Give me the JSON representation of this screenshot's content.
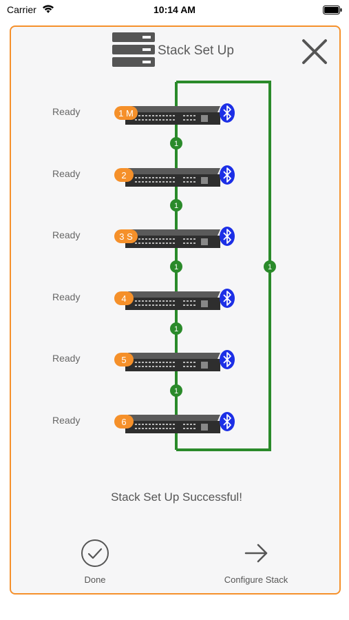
{
  "status_bar": {
    "carrier": "Carrier",
    "time": "10:14 AM",
    "wifi_icon": "wifi-icon",
    "battery_icon": "battery-icon"
  },
  "header": {
    "title": "Stack Set Up",
    "icon": "server-stack-icon",
    "close_icon": "close-icon"
  },
  "colors": {
    "accent": "#f5902a",
    "link": "#2a8a2a",
    "bluetooth": "#1c2fe6",
    "card_background": "#f6f6f7"
  },
  "members": [
    {
      "badge": "1 M",
      "status": "Ready"
    },
    {
      "badge": "2",
      "status": "Ready"
    },
    {
      "badge": "3 S",
      "status": "Ready"
    },
    {
      "badge": "4",
      "status": "Ready"
    },
    {
      "badge": "5",
      "status": "Ready"
    },
    {
      "badge": "6",
      "status": "Ready"
    }
  ],
  "links": [
    "1",
    "1",
    "1",
    "1",
    "1"
  ],
  "ring_link": "1",
  "message": "Stack Set Up Successful!",
  "actions": {
    "done": {
      "label": "Done",
      "icon": "checkmark-circle-icon"
    },
    "configure": {
      "label": "Configure Stack",
      "icon": "arrow-right-icon"
    }
  }
}
